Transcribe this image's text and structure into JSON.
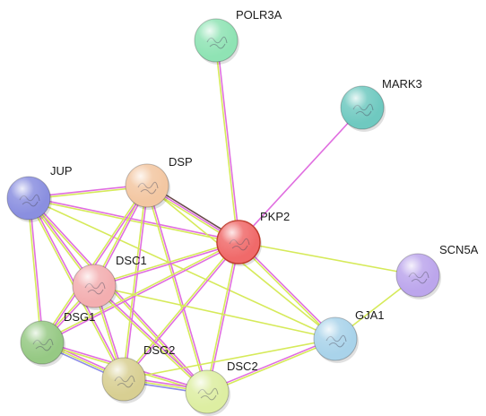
{
  "network": {
    "nodes": [
      {
        "id": "POLR3A",
        "label": "POLR3A",
        "color": "#8fe3b4",
        "query": false
      },
      {
        "id": "MARK3",
        "label": "MARK3",
        "color": "#6fc9c0",
        "query": false
      },
      {
        "id": "JUP",
        "label": "JUP",
        "color": "#8a8fe0",
        "query": false
      },
      {
        "id": "DSP",
        "label": "DSP",
        "color": "#f3c7a2",
        "query": false
      },
      {
        "id": "PKP2",
        "label": "PKP2",
        "color": "#f06a6a",
        "query": true
      },
      {
        "id": "SCN5A",
        "label": "SCN5A",
        "color": "#bca6ec",
        "query": false
      },
      {
        "id": "DSC1",
        "label": "DSC1",
        "color": "#f3aeb0",
        "query": false
      },
      {
        "id": "GJA1",
        "label": "GJA1",
        "color": "#a9d3ea",
        "query": false
      },
      {
        "id": "DSG1",
        "label": "DSG1",
        "color": "#96c984",
        "query": false
      },
      {
        "id": "DSG2",
        "label": "DSG2",
        "color": "#d8cf92",
        "query": false
      },
      {
        "id": "DSC2",
        "label": "DSC2",
        "color": "#ddeea2",
        "query": false
      }
    ],
    "edges": [
      {
        "source": "POLR3A",
        "target": "PKP2",
        "colors": [
          "#e06ee0",
          "#d6ea5a"
        ]
      },
      {
        "source": "MARK3",
        "target": "PKP2",
        "colors": [
          "#e06ee0"
        ]
      },
      {
        "source": "JUP",
        "target": "DSP",
        "colors": [
          "#e06ee0",
          "#d6ea5a"
        ]
      },
      {
        "source": "JUP",
        "target": "PKP2",
        "colors": [
          "#e06ee0",
          "#d6ea5a"
        ]
      },
      {
        "source": "JUP",
        "target": "DSC1",
        "colors": [
          "#e06ee0",
          "#d6ea5a"
        ]
      },
      {
        "source": "JUP",
        "target": "DSG1",
        "colors": [
          "#e06ee0",
          "#d6ea5a"
        ]
      },
      {
        "source": "JUP",
        "target": "DSG2",
        "colors": [
          "#e06ee0",
          "#d6ea5a"
        ]
      },
      {
        "source": "JUP",
        "target": "DSC2",
        "colors": [
          "#e06ee0",
          "#d6ea5a"
        ]
      },
      {
        "source": "JUP",
        "target": "GJA1",
        "colors": [
          "#d6ea5a"
        ]
      },
      {
        "source": "DSP",
        "target": "PKP2",
        "colors": [
          "#6a4a4a",
          "#e06ee0",
          "#d6ea5a"
        ]
      },
      {
        "source": "DSP",
        "target": "DSC1",
        "colors": [
          "#e06ee0",
          "#d6ea5a"
        ]
      },
      {
        "source": "DSP",
        "target": "DSG1",
        "colors": [
          "#e06ee0",
          "#d6ea5a"
        ]
      },
      {
        "source": "DSP",
        "target": "DSG2",
        "colors": [
          "#e06ee0",
          "#d6ea5a"
        ]
      },
      {
        "source": "DSP",
        "target": "DSC2",
        "colors": [
          "#e06ee0",
          "#d6ea5a"
        ]
      },
      {
        "source": "DSP",
        "target": "GJA1",
        "colors": [
          "#d6ea5a"
        ]
      },
      {
        "source": "PKP2",
        "target": "SCN5A",
        "colors": [
          "#d6ea5a"
        ]
      },
      {
        "source": "PKP2",
        "target": "GJA1",
        "colors": [
          "#e06ee0",
          "#d6ea5a"
        ]
      },
      {
        "source": "PKP2",
        "target": "DSC1",
        "colors": [
          "#e06ee0",
          "#d6ea5a"
        ]
      },
      {
        "source": "PKP2",
        "target": "DSG1",
        "colors": [
          "#e06ee0",
          "#d6ea5a"
        ]
      },
      {
        "source": "PKP2",
        "target": "DSG2",
        "colors": [
          "#e06ee0",
          "#d6ea5a"
        ]
      },
      {
        "source": "PKP2",
        "target": "DSC2",
        "colors": [
          "#e06ee0",
          "#d6ea5a"
        ]
      },
      {
        "source": "SCN5A",
        "target": "GJA1",
        "colors": [
          "#d6ea5a"
        ]
      },
      {
        "source": "DSC1",
        "target": "DSG1",
        "colors": [
          "#e06ee0",
          "#d6ea5a"
        ]
      },
      {
        "source": "DSC1",
        "target": "DSG2",
        "colors": [
          "#e06ee0",
          "#d6ea5a"
        ]
      },
      {
        "source": "DSC1",
        "target": "DSC2",
        "colors": [
          "#e06ee0",
          "#d6ea5a"
        ]
      },
      {
        "source": "DSC1",
        "target": "GJA1",
        "colors": [
          "#d6ea5a"
        ]
      },
      {
        "source": "DSG1",
        "target": "DSG2",
        "colors": [
          "#e06ee0",
          "#d6ea5a",
          "#8c8ce6"
        ]
      },
      {
        "source": "DSG1",
        "target": "DSC2",
        "colors": [
          "#e06ee0",
          "#d6ea5a"
        ]
      },
      {
        "source": "DSG2",
        "target": "DSC2",
        "colors": [
          "#e06ee0",
          "#d6ea5a",
          "#8c8ce6"
        ]
      },
      {
        "source": "DSG2",
        "target": "GJA1",
        "colors": [
          "#d6ea5a"
        ]
      },
      {
        "source": "DSC2",
        "target": "GJA1",
        "colors": [
          "#e06ee0",
          "#d6ea5a"
        ]
      }
    ]
  }
}
